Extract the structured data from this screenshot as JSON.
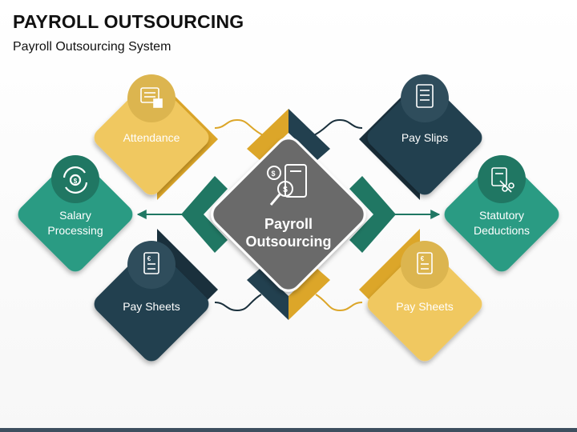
{
  "header": {
    "title": "PAYROLL OUTSOURCING",
    "subtitle": "Payroll Outsourcing System"
  },
  "center": {
    "line1": "Payroll",
    "line2": "Outsourcing",
    "icon": "payroll-search-icon"
  },
  "nodes": {
    "attendance": {
      "label": "Attendance",
      "icon": "calculator-icon"
    },
    "pay_slips": {
      "label": "Pay Slips",
      "icon": "receipt-icon"
    },
    "salary_processing": {
      "line1": "Salary",
      "line2": "Processing",
      "icon": "cycle-dollar-icon"
    },
    "statutory_deductions": {
      "line1": "Statutory",
      "line2": "Deductions",
      "icon": "document-scissors-icon"
    },
    "pay_sheets_left": {
      "label": "Pay Sheets",
      "icon": "euro-document-icon"
    },
    "pay_sheets_right": {
      "label": "Pay Sheets",
      "icon": "euro-document-icon"
    }
  },
  "colors": {
    "gold": "#f0c860",
    "gold_dark": "#dca629",
    "navy": "#22404f",
    "navy_dark": "#1a303c",
    "teal": "#2a9b83",
    "teal_dark": "#207763",
    "center": "#6a6a6a"
  }
}
